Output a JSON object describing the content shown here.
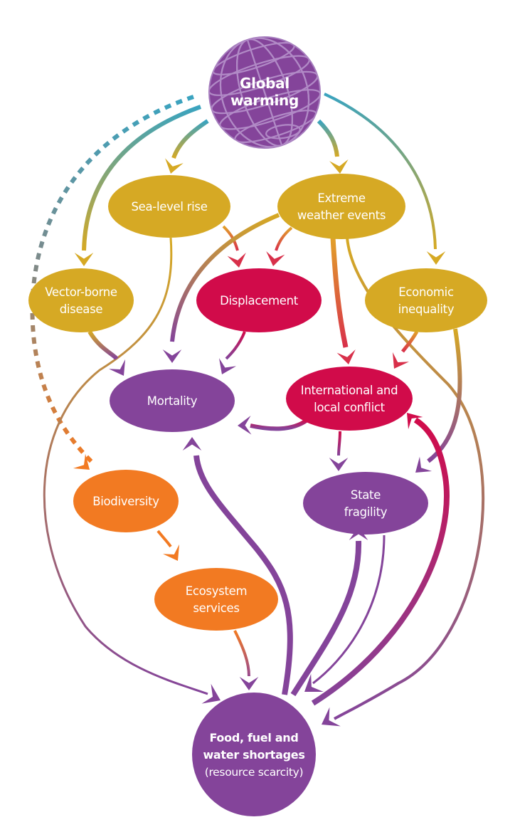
{
  "title": "Global warming impact cascade",
  "colors": {
    "purple": "#84449a",
    "gold": "#d6a924",
    "crimson": "#d10b4a",
    "orange": "#f27a22",
    "teal": "#3aa3bf"
  },
  "nodes": [
    {
      "id": "global",
      "lines": [
        "Global",
        "warming"
      ],
      "bold": true,
      "color": "purple",
      "shape": "globe"
    },
    {
      "id": "sea",
      "lines": [
        "Sea-level rise"
      ],
      "color": "gold"
    },
    {
      "id": "extreme",
      "lines": [
        "Extreme",
        "weather events"
      ],
      "color": "gold"
    },
    {
      "id": "vector",
      "lines": [
        "Vector-borne",
        "disease"
      ],
      "color": "gold"
    },
    {
      "id": "displacement",
      "lines": [
        "Displacement"
      ],
      "color": "crimson"
    },
    {
      "id": "economic",
      "lines": [
        "Economic",
        "inequality"
      ],
      "color": "gold"
    },
    {
      "id": "mortality",
      "lines": [
        "Mortality"
      ],
      "color": "purple"
    },
    {
      "id": "conflict",
      "lines": [
        "International and",
        "local conflict"
      ],
      "color": "crimson"
    },
    {
      "id": "biodiversity",
      "lines": [
        "Biodiversity"
      ],
      "color": "orange"
    },
    {
      "id": "state",
      "lines": [
        "State",
        "fragility"
      ],
      "color": "purple"
    },
    {
      "id": "ecosystem",
      "lines": [
        "Ecosystem",
        "services"
      ],
      "color": "orange"
    },
    {
      "id": "food",
      "lines": [
        "Food, fuel and",
        "water shortages"
      ],
      "sublabel": "(resource scarcity)",
      "bold": true,
      "color": "purple",
      "shape": "circle"
    }
  ],
  "edges": [
    {
      "from": "global",
      "to": "sea"
    },
    {
      "from": "global",
      "to": "extreme"
    },
    {
      "from": "global",
      "to": "vector"
    },
    {
      "from": "global",
      "to": "economic"
    },
    {
      "from": "global",
      "to": "biodiversity",
      "style": "dashed"
    },
    {
      "from": "sea",
      "to": "displacement"
    },
    {
      "from": "sea",
      "to": "food"
    },
    {
      "from": "extreme",
      "to": "displacement"
    },
    {
      "from": "extreme",
      "to": "mortality"
    },
    {
      "from": "extreme",
      "to": "conflict"
    },
    {
      "from": "extreme",
      "to": "food"
    },
    {
      "from": "vector",
      "to": "mortality"
    },
    {
      "from": "displacement",
      "to": "mortality"
    },
    {
      "from": "economic",
      "to": "conflict"
    },
    {
      "from": "economic",
      "to": "state"
    },
    {
      "from": "conflict",
      "to": "mortality"
    },
    {
      "from": "conflict",
      "to": "state"
    },
    {
      "from": "biodiversity",
      "to": "ecosystem"
    },
    {
      "from": "ecosystem",
      "to": "food"
    },
    {
      "from": "food",
      "to": "mortality"
    },
    {
      "from": "food",
      "to": "state"
    },
    {
      "from": "state",
      "to": "food"
    },
    {
      "from": "food",
      "to": "conflict"
    }
  ]
}
